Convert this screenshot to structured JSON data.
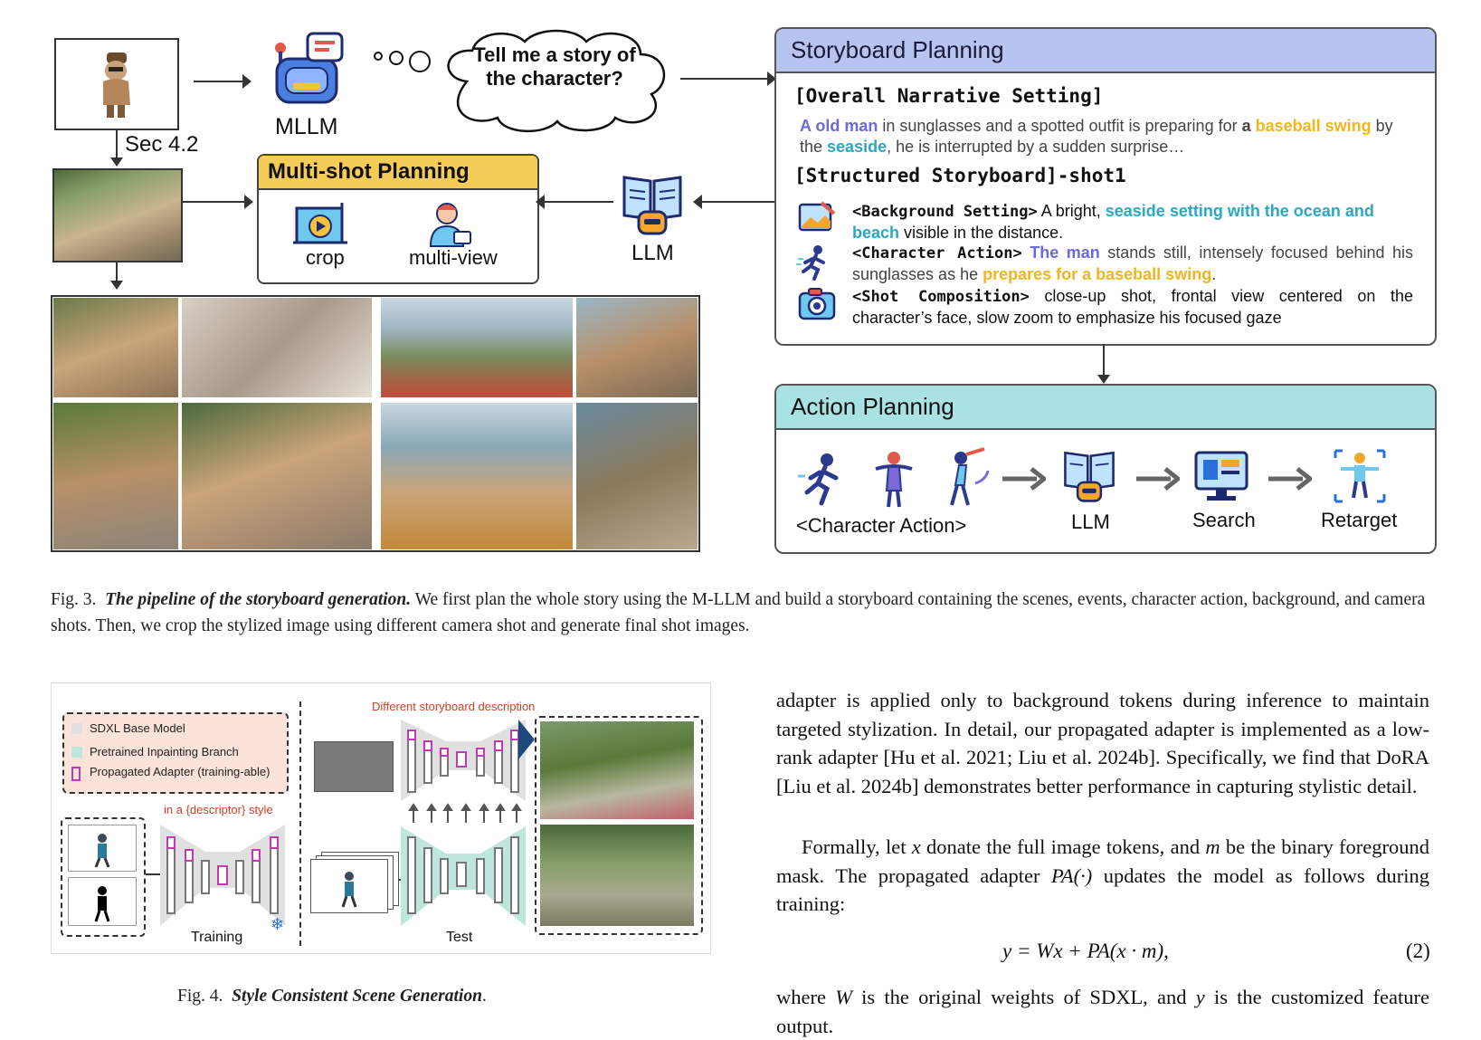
{
  "fig3": {
    "sec_label": "Sec 4.2",
    "mllm_label": "MLLM",
    "cloud_text": "Tell me a story of the character?",
    "multishot": {
      "title": "Multi-shot Planning",
      "items": [
        "crop",
        "multi-view"
      ]
    },
    "llm_label": "LLM",
    "storyboard": {
      "title": "Storyboard Planning",
      "overall_heading": "[Overall Narrative Setting]",
      "overall_parts": [
        {
          "t": "A old man",
          "c": "purple"
        },
        {
          "t": " in sunglasses and a spotted outfit is preparing for ",
          "c": ""
        },
        {
          "t": "a ",
          "c": "bold"
        },
        {
          "t": "baseball swing",
          "c": "yellow"
        },
        {
          "t": " by the ",
          "c": ""
        },
        {
          "t": "seaside",
          "c": "teal"
        },
        {
          "t": ", he is interrupted by a sudden surprise…",
          "c": ""
        }
      ],
      "structured_heading": "[Structured Storyboard]-shot1",
      "background": {
        "tag": "<Background Setting>",
        "parts": [
          {
            "t": " A bright, ",
            "c": "dark"
          },
          {
            "t": "seaside setting with the ocean and beach",
            "c": "teal"
          },
          {
            "t": " visible in the distance.",
            "c": "dark"
          }
        ]
      },
      "action": {
        "tag": "<Character Action>",
        "parts": [
          {
            "t": " The man",
            "c": "purple"
          },
          {
            "t": " stands still, intensely focused behind his sunglasses as he ",
            "c": ""
          },
          {
            "t": "prepares for a baseball swing",
            "c": "yellow"
          },
          {
            "t": ".",
            "c": ""
          }
        ]
      },
      "composition": {
        "tag": "<Shot Composition>",
        "text": " close-up shot, frontal view centered on the character’s face, slow zoom to emphasize his focused gaze"
      }
    },
    "action_planning": {
      "title": "Action Planning",
      "labels": [
        "<Character Action>",
        "LLM",
        "Search",
        "Retarget"
      ]
    },
    "caption": {
      "prefix": "Fig. 3.",
      "title": "The pipeline of the storyboard generation.",
      "text": " We first plan the whole story using the M-LLM and build a storyboard containing the scenes, events, character action, background, and camera shots. Then, we crop the stylized image using different camera shot and generate final shot images."
    }
  },
  "fig4": {
    "legend": [
      "SDXL Base Model",
      "Pretrained Inpainting Branch",
      "Propagated Adapter (training-able)"
    ],
    "desc_label": "in a {descriptor} style",
    "storyboard_label": "Different storyboard description",
    "training_label": "Training",
    "test_label": "Test",
    "caption_prefix": "Fig. 4.",
    "caption_title": "Style Consistent Scene Generation",
    "caption_end": "."
  },
  "body": {
    "p1": "adapter is applied only to background tokens during inference to maintain targeted stylization. In detail, our propagated adapter is implemented as a low-rank adapter [Hu et al. 2021; Liu et al. 2024b]. Specifically, we find that DoRA [Liu et al. 2024b] demonstrates better performance in capturing stylistic detail.",
    "p2_a": "Formally, let ",
    "p2_x": "x",
    "p2_b": " donate the full image tokens, and ",
    "p2_m": "m",
    "p2_c": " be the binary foreground mask. The propagated adapter ",
    "p2_pa": "PA(·)",
    "p2_d": " updates the model as follows during training:",
    "equation": "y = Wx + PA(x · m),",
    "eq_num": "(2)",
    "p3_a": "where ",
    "p3_w": "W",
    "p3_b": " is the original weights of SDXL, and ",
    "p3_y": "y",
    "p3_c": " is the customized feature output."
  },
  "colors": {
    "storyboard_header": "#b8c4f0",
    "action_header": "#a9e2e3",
    "multishot_header": "#f6cc58",
    "purple": "#6a6ad8",
    "teal": "#2aa7c4",
    "yellow": "#f2b51c"
  }
}
